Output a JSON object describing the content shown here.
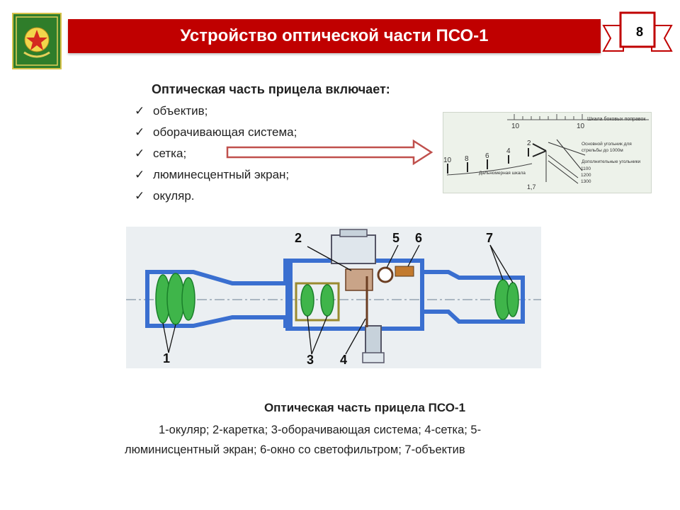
{
  "slide": {
    "title": "Устройство оптической части ПСО-1",
    "page_number": "8"
  },
  "list": {
    "heading": "Оптическая часть прицела включает:",
    "items": [
      "объектив;",
      "оборачивающая система;",
      "сетка;",
      "люминесцентный экран;",
      "окуляр."
    ]
  },
  "scale_image": {
    "label_top": "Шкала боковых поправок",
    "label_main": "Основной угольник для стрельбы до 1000м",
    "label_extra": "Дополнительные угольники",
    "extra_values": [
      "1100",
      "1200",
      "1300"
    ],
    "label_range": "Дальномерная шкала",
    "top_numbers": [
      "10",
      "10"
    ],
    "scale_digits": [
      "10",
      "8",
      "6",
      "4",
      "2"
    ],
    "bottom_number": "1,7"
  },
  "diagram": {
    "part_numbers": [
      "1",
      "2",
      "3",
      "4",
      "5",
      "6",
      "7"
    ]
  },
  "caption": {
    "title": "Оптическая часть прицела ПСО-1",
    "line1": "1-окуляр; 2-каретка; 3-оборачивающая система; 4-сетка; 5-",
    "line2": "люминисцентный экран; 6-окно со светофильтром; 7-объектив"
  },
  "colors": {
    "title_bar": "#c00000",
    "arrow": "#c0504d",
    "body_blue": "#3a6fd0",
    "lens_green": "#3fb54a"
  }
}
